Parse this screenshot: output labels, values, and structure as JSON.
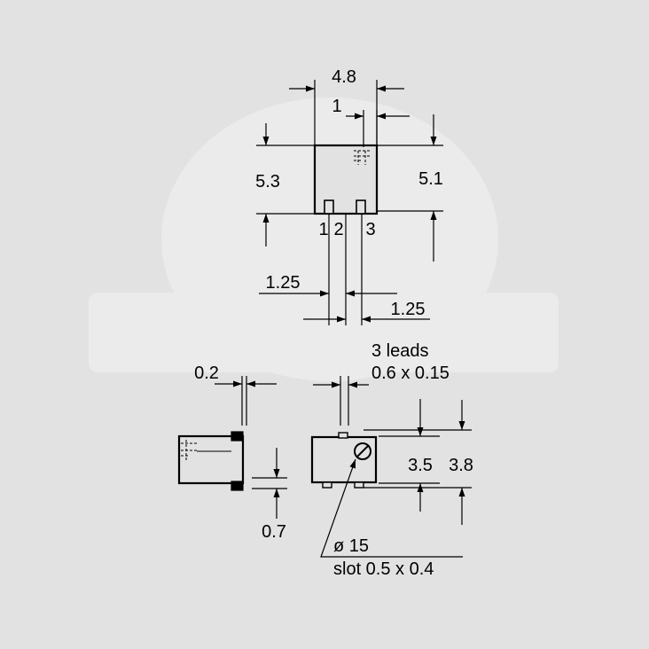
{
  "colors": {
    "background": "#e2e2e2",
    "watermark": "#ebebeb",
    "line": "#000000",
    "body_fill": "#e2e2e2"
  },
  "top_view": {
    "width_label": "4.8",
    "offset_label": "1",
    "height_left_label": "5.3",
    "height_right_label": "5.1",
    "pin_labels": [
      "1",
      "2",
      "3"
    ],
    "pitch_left_label": "1.25",
    "pitch_right_label": "1.25"
  },
  "side_view": {
    "thickness_label": "0.2",
    "standoff_label": "0.7"
  },
  "front_view": {
    "leads_label_line1": "3 leads",
    "leads_label_line2": "0.6 x 0.15",
    "height_inner_label": "3.5",
    "height_outer_label": "3.8",
    "diameter_label": "ø 15",
    "slot_label": "slot 0.5 x 0.4"
  }
}
